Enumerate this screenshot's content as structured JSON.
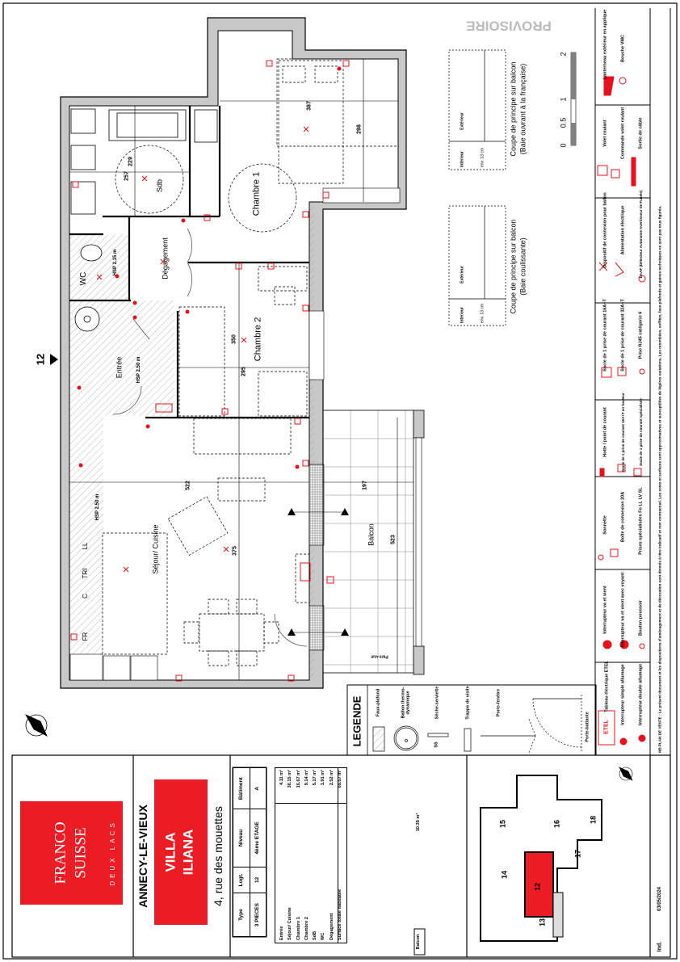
{
  "watermark": "PROVISOIRE",
  "unit_marker": "12",
  "plan": {
    "rooms": {
      "chambre1": "Chambre 1",
      "sdb": "Sdb",
      "degagement": "Dégagement",
      "wc": "WC",
      "chambre2": "Chambre 2",
      "entree": "Entrée",
      "sejour": "Séjour/ Cuisine",
      "balcon": "Balcon"
    },
    "dimensions": {
      "ch1_width": "387",
      "ch1_depth": "298",
      "sdb_width": "257",
      "sdb_depth": "229",
      "ch2_depth": "350",
      "ch2_width": "295",
      "sejour_width": "522",
      "sejour_depth": "375",
      "balcon_width": "197",
      "balcon_length": "523"
    },
    "heights": {
      "wc": "HSP 2.15 m",
      "entree": "HSP 2.50 m",
      "sejour": "HSP 2.50 m"
    },
    "kitchen_labels": [
      "FR",
      "C",
      "TRI",
      "LL"
    ],
    "pare_vue": "Pare-vue"
  },
  "sections": {
    "coupe1_title": "Coupe de principe sur balcon",
    "coupe1_sub": "(Baie ouvrant à la française)",
    "coupe2_title": "Coupe de principe sur balcon",
    "coupe2_sub": "(Baie coulissante)",
    "interieur": "Intérieur",
    "exterieur": "Extérieur",
    "env": "env. 13 cm"
  },
  "scale": {
    "ticks": [
      "0",
      "0.5",
      "1",
      "2"
    ]
  },
  "legend": {
    "title": "LEGENDE",
    "items": [
      "Faux-plafond",
      "Ballon thermo-dynamique",
      "Sèche-serviette",
      "Trappe de visite",
      "Porte-fenêtre",
      "Porte-battante"
    ],
    "seche_code": "SS"
  },
  "electrical_legend": [
    {
      "icon": "lantern-icon",
      "labels": [
        "Lanterneau extérieur en applique",
        "Bouche VMC"
      ]
    },
    {
      "icon": "shutter-icon",
      "labels": [
        "Volet roulant",
        "Commande volet roulant",
        "Sortie de câble"
      ]
    },
    {
      "icon": "connection-icon",
      "labels": [
        "Dispositif de connexion pour ballon",
        "Alimentation électrique",
        "DAAF (Détecteur Autonome Avertisseur de Fumée)"
      ]
    },
    {
      "icon": "socket-icon",
      "labels": [
        "Socle de 1 prise de courant 16A+T",
        "Socle de 1 prise de courant 32A+T",
        "Prise RJ45 catégorie 6"
      ]
    },
    {
      "icon": "hotte-icon",
      "labels": [
        "Hotte / point de courant",
        "Socle de 1 prise de courant 16A+T en hauteur",
        "Socle de 1 prise de courant spécialisée"
      ]
    },
    {
      "icon": "bell-icon",
      "labels": [
        "Sonnette",
        "Boîte de connexion 20A",
        "Prises spécialisées Fo LL LV SL"
      ]
    },
    {
      "icon": "switch-icon",
      "labels": [
        "Interrupteur va et vient",
        "Interrupteur va et vient avec voyant",
        "Bouton poussoir"
      ]
    },
    {
      "icon": "etel-icon",
      "labels": [
        "Tableau électrique ETEL",
        "Interrupteur simple allumage",
        "Interrupteur double allumage"
      ]
    }
  ],
  "footnote": "NB PLAN DE VENTE : Le présent document et les dispositions d'aménagement et de décoration sont donnés à titre indicatif et non contractuel. Les cotes et surfaces sont approximatives et susceptibles de légères variations. Les retombées, soffites, faux-plafonds et gaines techniques ne sont pas tous figurés.",
  "title_block": {
    "brand_line1": "FRANCO",
    "brand_line2": "SUISSE",
    "brand_line3": "DEUX LACS",
    "city": "ANNECY-LE-VIEUX",
    "program_line1": "VILLA",
    "program_line2": "ILIANA",
    "address": "4, rue des mouettes",
    "info_headers": [
      "Type",
      "Logt.",
      "Niveau",
      "Bâtiment"
    ],
    "info_values": [
      "3 PIECES",
      "12",
      "4ème ETAGE",
      "A"
    ],
    "surfaces": [
      {
        "label": "Entrée",
        "value": "4.11 m²"
      },
      {
        "label": "Séjour/ Cuisine",
        "value": "30.15 m²"
      },
      {
        "label": "Chambre 1",
        "value": "16.67 m²"
      },
      {
        "label": "Chambre 2",
        "value": "9.14 m²"
      },
      {
        "label": "SdB",
        "value": "5.17 m²"
      },
      {
        "label": "WC",
        "value": "1.91 m²"
      },
      {
        "label": "Dégagement",
        "value": "2.52 m²"
      }
    ],
    "total_label": "Surface totale habitable",
    "total_value": "69.67 m²",
    "balcon_label": "Balcon",
    "balcon_value": "10.35 m²",
    "keyplan_units": [
      "12",
      "13",
      "14",
      "15",
      "16",
      "17",
      "18"
    ],
    "ind_label": "Ind.",
    "date": "03/05/2024"
  },
  "colors": {
    "brand_red": "#ec1c24",
    "wall_gray": "#c8c8c8",
    "annotation_red": "#e8101c"
  }
}
